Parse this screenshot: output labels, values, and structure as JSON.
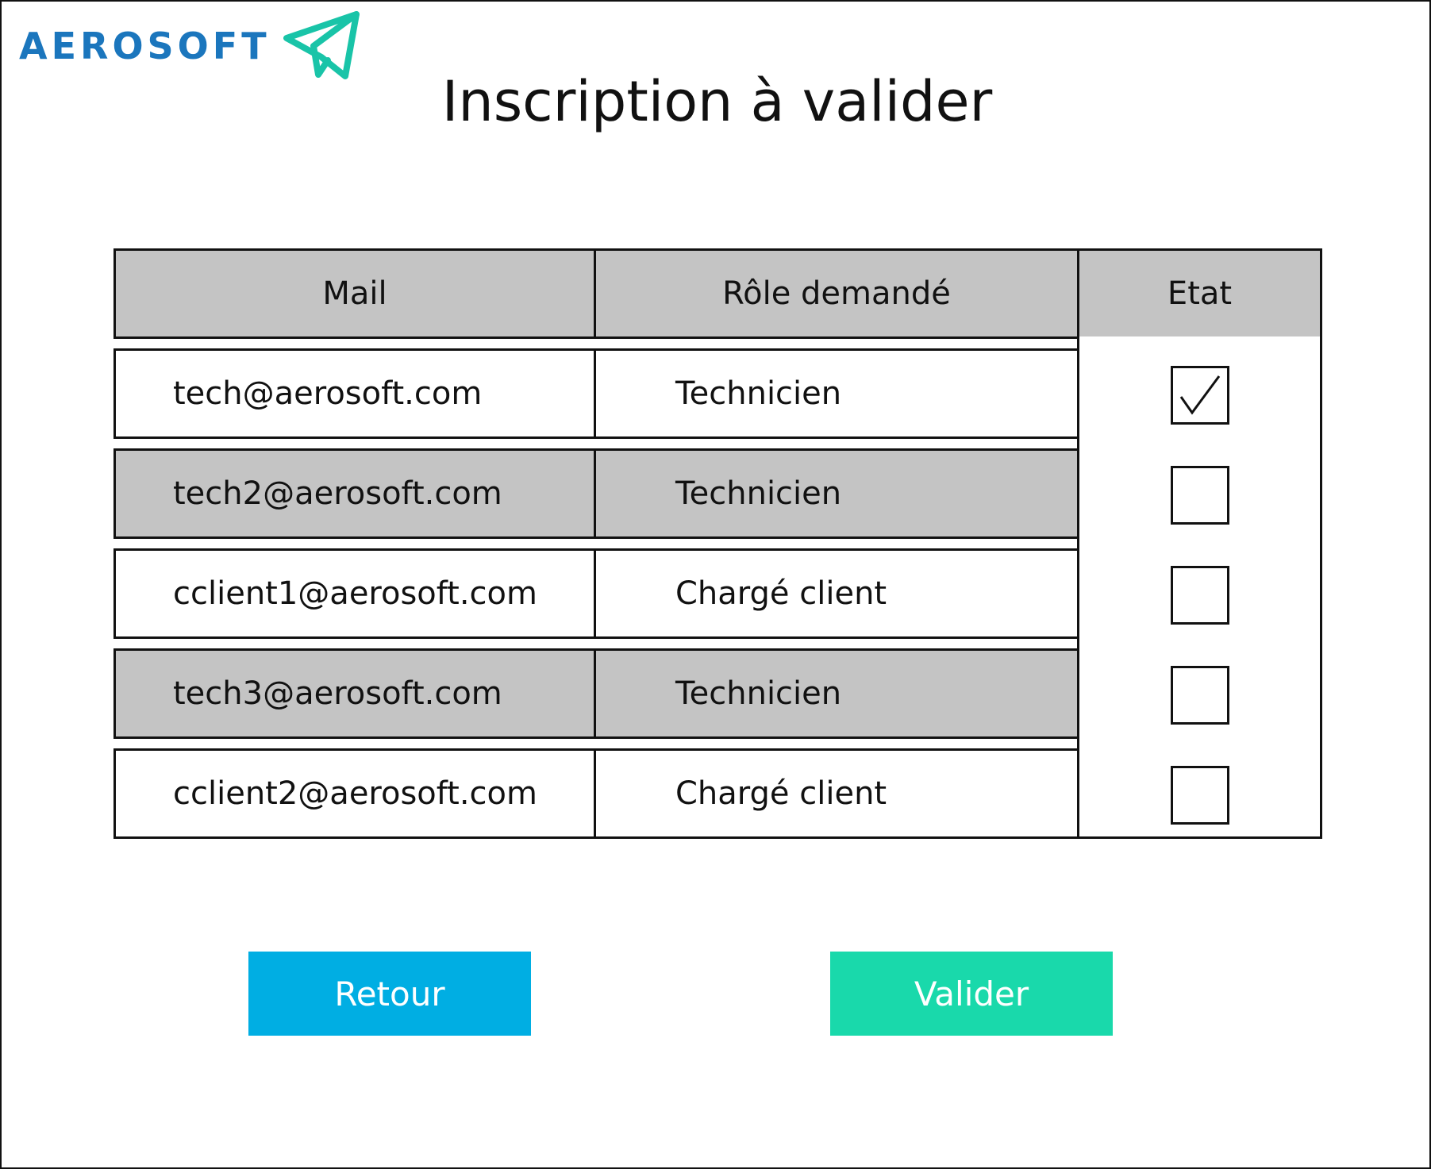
{
  "brand": {
    "name": "AEROSOFT",
    "text_color": "#1b76bd",
    "plane_color": "#19c4a8",
    "icon": "paper-plane-icon"
  },
  "page": {
    "title": "Inscription à valider"
  },
  "table": {
    "headers": {
      "mail": "Mail",
      "role": "Rôle demandé",
      "etat": "Etat"
    },
    "header_bg": "#c4c4c4",
    "rows": [
      {
        "mail": "tech@aerosoft.com",
        "role": "Technicien",
        "checked": true
      },
      {
        "mail": "tech2@aerosoft.com",
        "role": "Technicien",
        "checked": false
      },
      {
        "mail": "cclient1@aerosoft.com",
        "role": "Chargé client",
        "checked": false
      },
      {
        "mail": "tech3@aerosoft.com",
        "role": "Technicien",
        "checked": false
      },
      {
        "mail": "cclient2@aerosoft.com",
        "role": "Chargé client",
        "checked": false
      }
    ]
  },
  "buttons": {
    "retour": {
      "label": "Retour",
      "color": "#00aee3"
    },
    "valider": {
      "label": "Valider",
      "color": "#19d9ab"
    }
  }
}
